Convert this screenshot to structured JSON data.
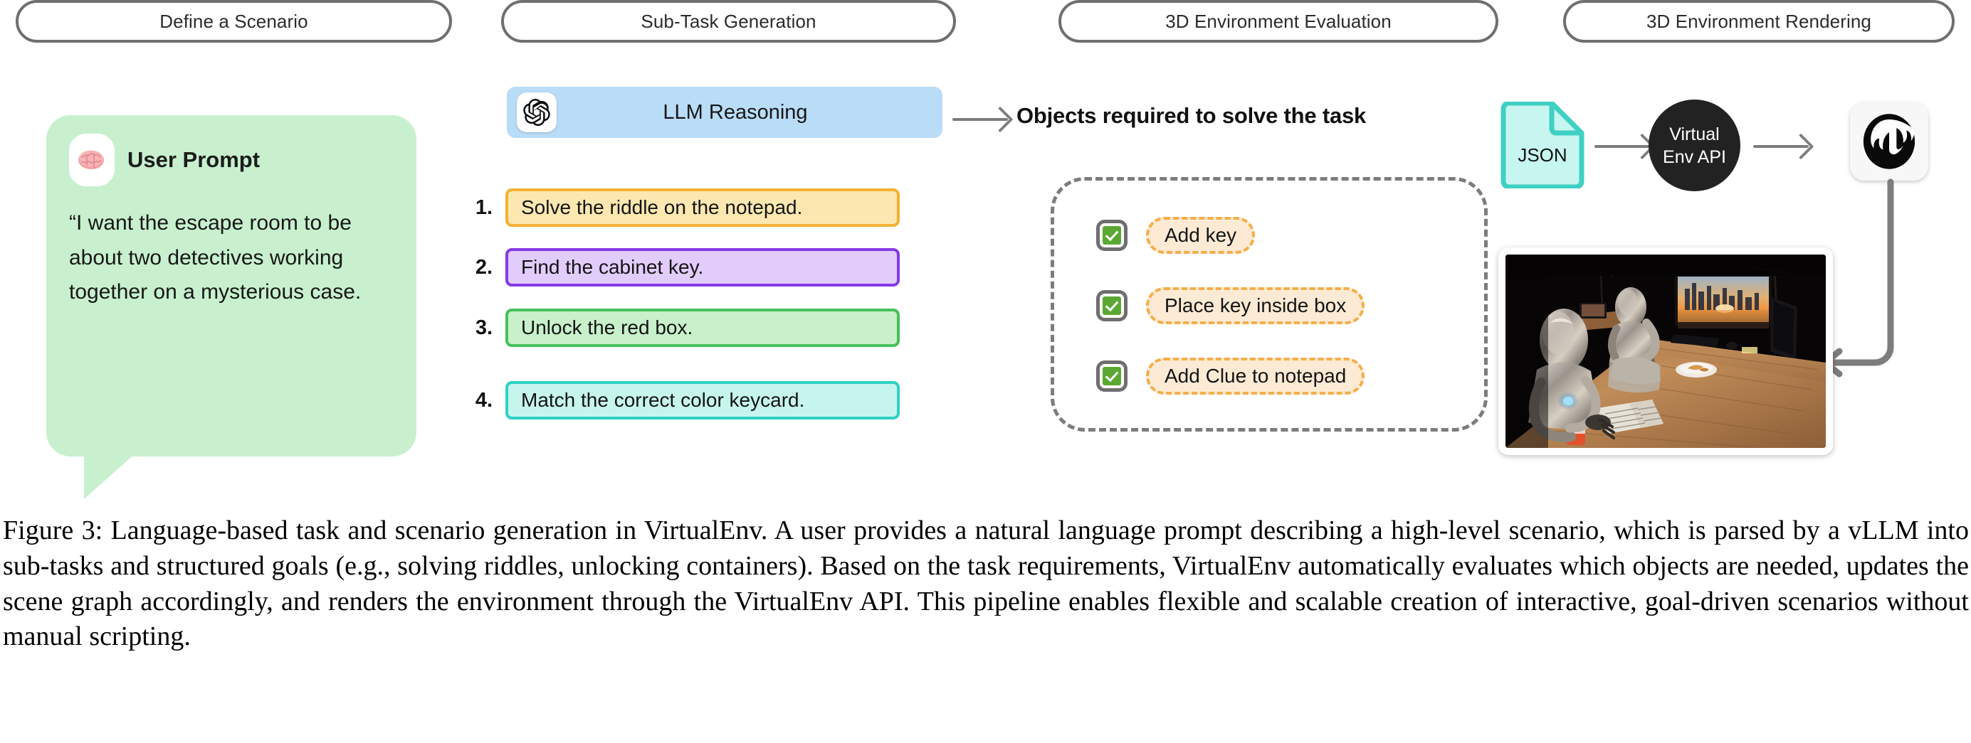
{
  "figure": {
    "caption": "Figure 3: Language-based task and scenario generation in VirtualEnv. A user provides a natural language prompt describing a high-level scenario, which is parsed by a vLLM into sub-tasks and structured goals (e.g., solving riddles, unlocking containers). Based on the task requirements, VirtualEnv automatically evaluates which objects are needed, updates the scene graph accordingly, and renders the environment through the VirtualEnv API. This pipeline enables flexible and scalable creation of interactive, goal-driven scenarios without manual scripting."
  },
  "stages": [
    {
      "label": "Define a Scenario"
    },
    {
      "label": "Sub-Task Generation"
    },
    {
      "label": "3D Environment Evaluation"
    },
    {
      "label": "3D Environment Rendering"
    }
  ],
  "user_prompt": {
    "avatar_icon": "brain-icon",
    "title": "User Prompt",
    "text": "“I want the escape room to be about two detectives working together on a mysterious case.",
    "bubble_color": "#c8f0ce"
  },
  "llm": {
    "logo_icon": "openai-logo-icon",
    "label": "LLM  Reasoning",
    "box_color": "#b9dcf7"
  },
  "subtasks": [
    {
      "number": "1.",
      "text": "Solve the riddle on the notepad.",
      "fill": "#fce7b0",
      "border": "#f2b233"
    },
    {
      "number": "2.",
      "text": "Find the cabinet key.",
      "fill": "#e2ccfb",
      "border": "#8639e6"
    },
    {
      "number": "3.",
      "text": "Unlock the red box.",
      "fill": "#c8f0cb",
      "border": "#46c05a"
    },
    {
      "number": "4.",
      "text": "Match the correct color keycard.",
      "fill": "#c6f5ee",
      "border": "#2fd1c4"
    }
  ],
  "evaluation": {
    "title": "Objects required to solve the task",
    "objects": [
      {
        "label": "Add key",
        "checked": true
      },
      {
        "label": "Place key inside box",
        "checked": true
      },
      {
        "label": "Add Clue to notepad",
        "checked": true
      }
    ],
    "chip_fill": "#fdead4",
    "chip_border": "#f6ad48",
    "check_color": "#5aa832"
  },
  "rendering": {
    "json_label": "JSON",
    "json_color": "#c7f5f0",
    "json_border": "#3fd0c4",
    "api_line_1": "Virtual",
    "api_line_2": "Env API",
    "api_color": "#222222",
    "engine_icon": "unreal-engine-logo-icon",
    "scene_alt": "rendered-3d-scene"
  }
}
